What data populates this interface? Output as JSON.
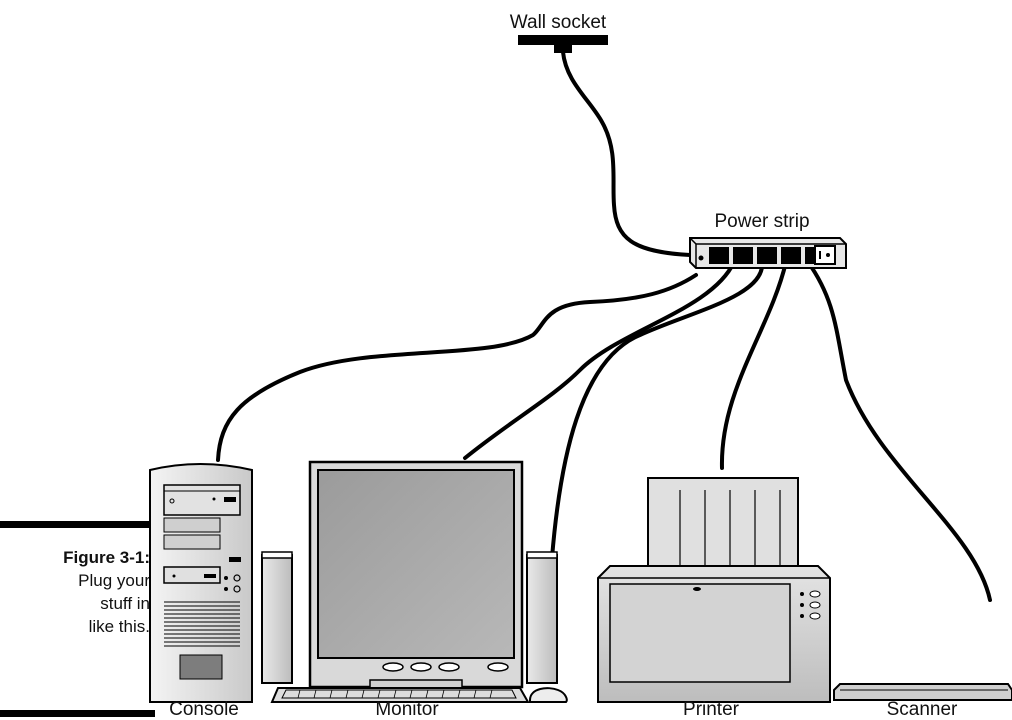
{
  "figure": {
    "number": "Figure 3-1:",
    "caption_lines": [
      "Plug your",
      "stuff in",
      "like this."
    ]
  },
  "labels": {
    "wall_socket": "Wall socket",
    "power_strip": "Power strip",
    "console": "Console",
    "monitor": "Monitor",
    "printer": "Printer",
    "scanner": "Scanner"
  }
}
